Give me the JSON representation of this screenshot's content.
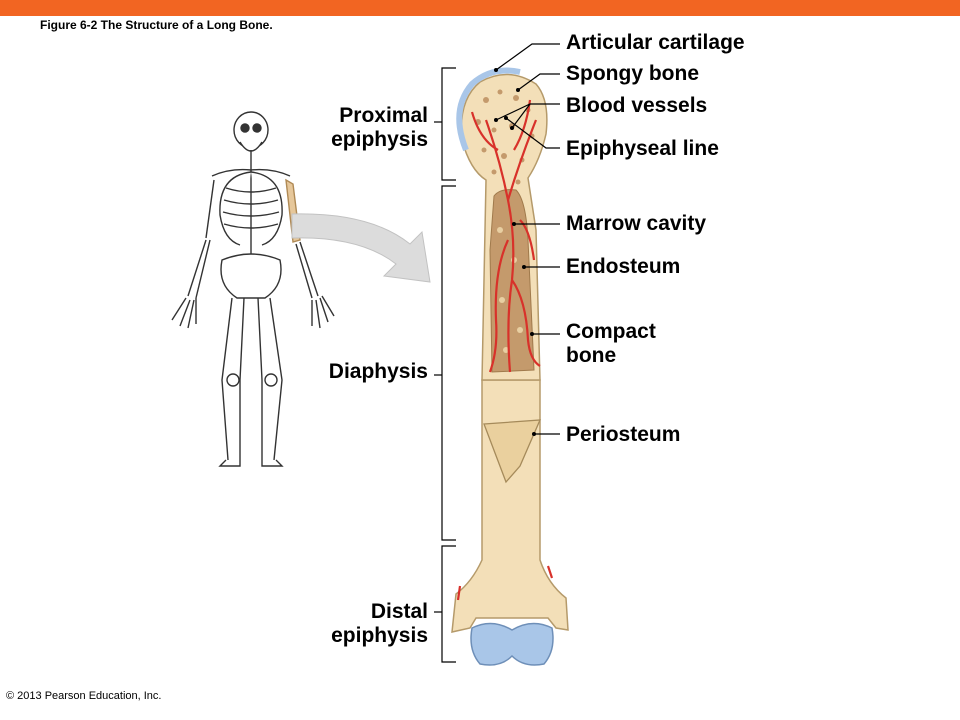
{
  "header": {
    "figure_title": "Figure 6-2  The Structure of a Long Bone.",
    "bar_color": "#f26522"
  },
  "footer": {
    "copyright": "© 2013 Pearson Education, Inc."
  },
  "regions": {
    "proximal": [
      "Proximal",
      "epiphysis"
    ],
    "diaphysis": "Diaphysis",
    "distal": [
      "Distal",
      "epiphysis"
    ]
  },
  "labels": {
    "articular_cartilage": "Articular cartilage",
    "spongy_bone": "Spongy bone",
    "blood_vessels": "Blood vessels",
    "epiphyseal_line": "Epiphyseal line",
    "marrow_cavity": "Marrow cavity",
    "endosteum": "Endosteum",
    "compact_bone": [
      "Compact",
      "bone"
    ],
    "periosteum": "Periosteum"
  },
  "colors": {
    "bone": "#f3dfb8",
    "bone_edge": "#b59a6a",
    "marrow": "#c49a6c",
    "vessels": "#d8312a",
    "cartilage": "#a9c6e8",
    "arrow": "#dcdcdc"
  }
}
